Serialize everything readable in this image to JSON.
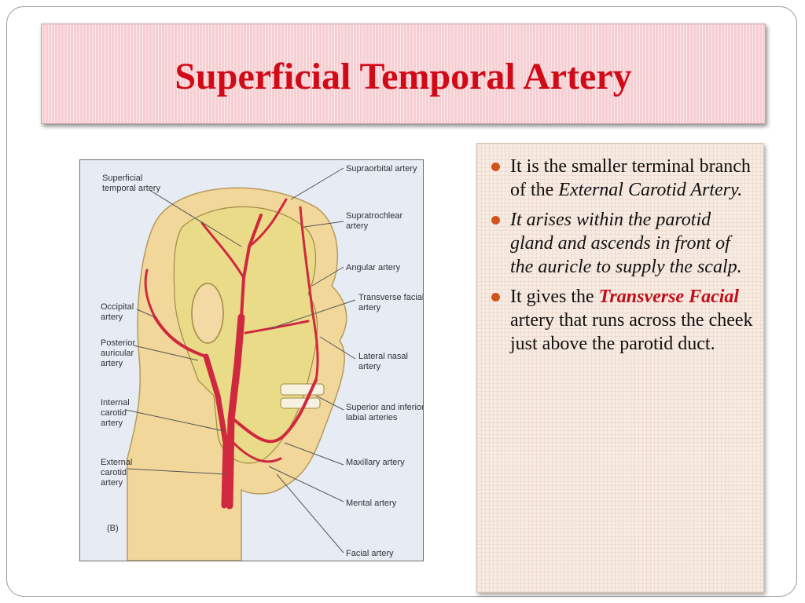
{
  "slide": {
    "title": "Superficial Temporal Artery"
  },
  "figure": {
    "labels": {
      "superficial_temporal": [
        "Superficial",
        "temporal artery"
      ],
      "supraorbital": "Supraorbital artery",
      "supratrochlear": [
        "Supratrochlear",
        "artery"
      ],
      "angular": "Angular artery",
      "transverse_facial": [
        "Transverse facial",
        "artery"
      ],
      "occipital": [
        "Occipital",
        "artery"
      ],
      "posterior_auricular": [
        "Posterior",
        "auricular",
        "artery"
      ],
      "lateral_nasal": [
        "Lateral nasal",
        "artery"
      ],
      "internal_carotid": [
        "Internal",
        "carotid",
        "artery"
      ],
      "labial": [
        "Superior and inferior",
        "labial arteries"
      ],
      "external_carotid": [
        "External",
        "carotid",
        "artery"
      ],
      "maxillary": "Maxillary artery",
      "mental": "Mental artery",
      "facial": "Facial artery",
      "panel_letter": "(B)"
    },
    "colors": {
      "artery": "#d0283e",
      "skin": "#f1d79a",
      "skull": "#e9db88",
      "background": "#e6ebf4"
    }
  },
  "bullets": {
    "b1": {
      "t1": "It is the  smaller terminal branch of the ",
      "t2": "External Carotid Artery."
    },
    "b2": {
      "t1": "It arises within the parotid gland and ascends in front of the auricle to supply the scalp."
    },
    "b3": {
      "t1": "It gives the ",
      "t2": "Transverse Facial",
      "t3": " artery that runs across the cheek just above the parotid duct."
    }
  },
  "bullet_color": "#d2531c",
  "title_color": "#d10a17"
}
